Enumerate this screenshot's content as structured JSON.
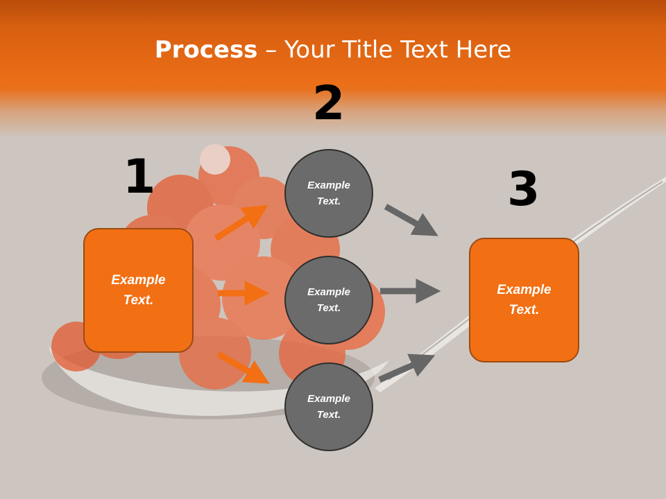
{
  "title": {
    "bold": "Process",
    "rest": " – Your Title Text Here"
  },
  "steps": [
    {
      "number": "1"
    },
    {
      "number": "2"
    },
    {
      "number": "3"
    }
  ],
  "boxes": {
    "left": "Example\nText.",
    "right": "Example\nText."
  },
  "circles": [
    "Example\nText.",
    "Example\nText.",
    "Example\nText."
  ],
  "colors": {
    "accent": "#f26f14",
    "circle_fill": "#6b6b6b",
    "arrow_orange": "#f26f14",
    "arrow_gray": "#666666",
    "background": "#cdc6c0"
  }
}
